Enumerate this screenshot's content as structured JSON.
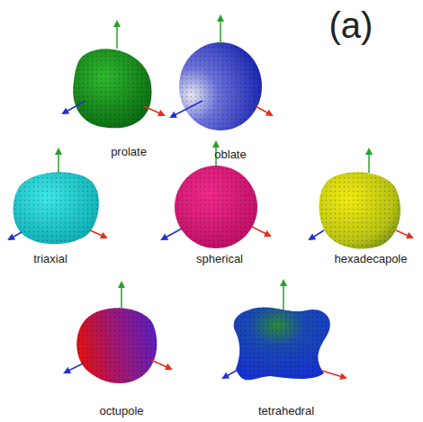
{
  "diagram": {
    "labels": [
      "(a)",
      "prolate",
      "oblate",
      "triaxial",
      "spherical",
      "hexadecapole",
      "octupole",
      "tetrahedral"
    ]
  }
}
